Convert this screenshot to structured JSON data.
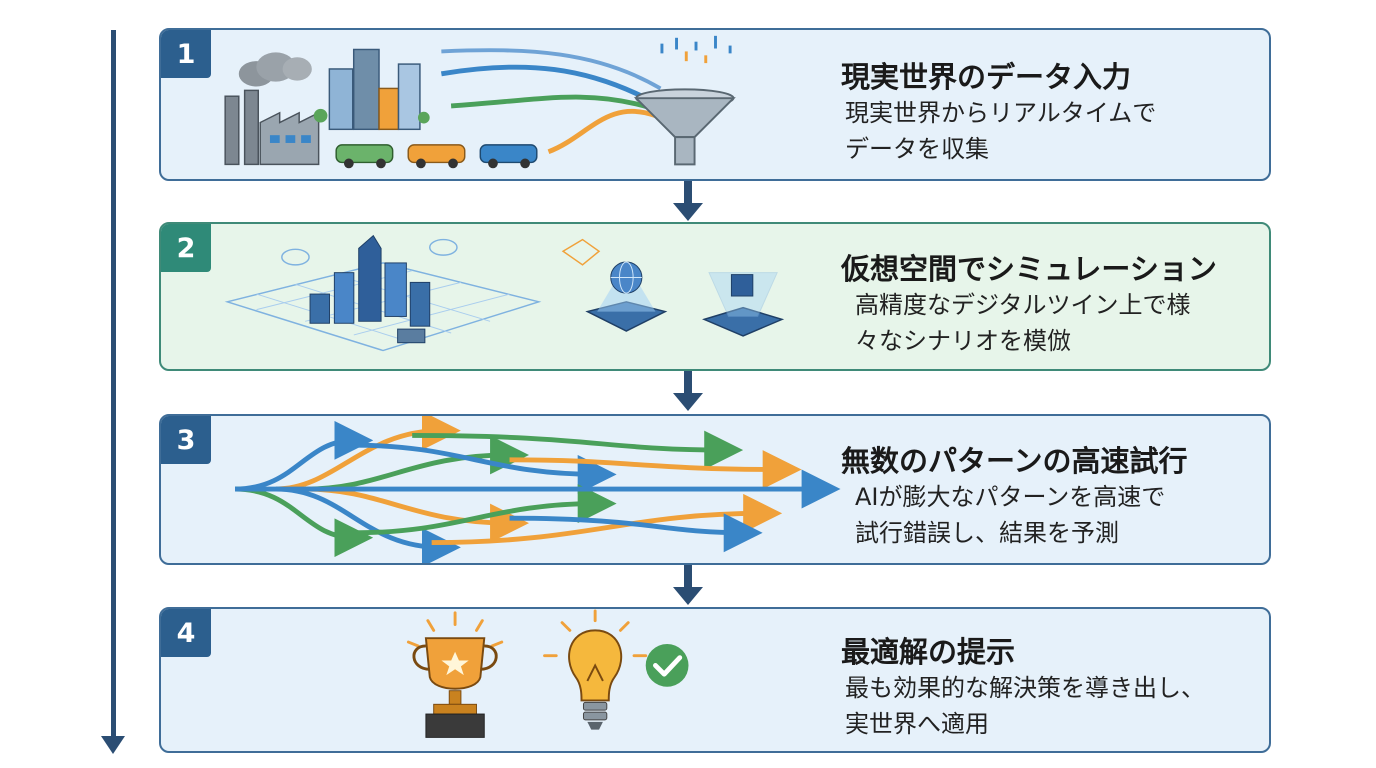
{
  "steps": [
    {
      "number": "1",
      "title": "現実世界のデータ入力",
      "desc_line1": "現実世界からリアルタイムで",
      "desc_line2": "データを収集"
    },
    {
      "number": "2",
      "title": "仮想空間でシミュレーション",
      "desc_line1": "高精度なデジタルツイン上で様",
      "desc_line2": "々なシナリオを模倣"
    },
    {
      "number": "3",
      "title": "無数のパターンの高速試行",
      "desc_line1": "AIが膨大なパターンを高速で",
      "desc_line2": "試行錯誤し、結果を予測"
    },
    {
      "number": "4",
      "title": "最適解の提示",
      "desc_line1": "最も効果的な解決策を導き出し、",
      "desc_line2": "実世界へ適用"
    }
  ],
  "colors": {
    "navy": "#2b4d73",
    "blue": "#2c5f8e",
    "teal": "#2f8a78",
    "orange": "#f0a13a",
    "green": "#4aa05a",
    "sky": "#3a86c8"
  },
  "icons": [
    "factory-icon",
    "city-icon",
    "car-icon",
    "funnel-icon",
    "digital-city-icon",
    "hologram-globe-icon",
    "hologram-cube-icon",
    "branching-arrows-icon",
    "trophy-icon",
    "lightbulb-icon",
    "checkmark-icon"
  ]
}
